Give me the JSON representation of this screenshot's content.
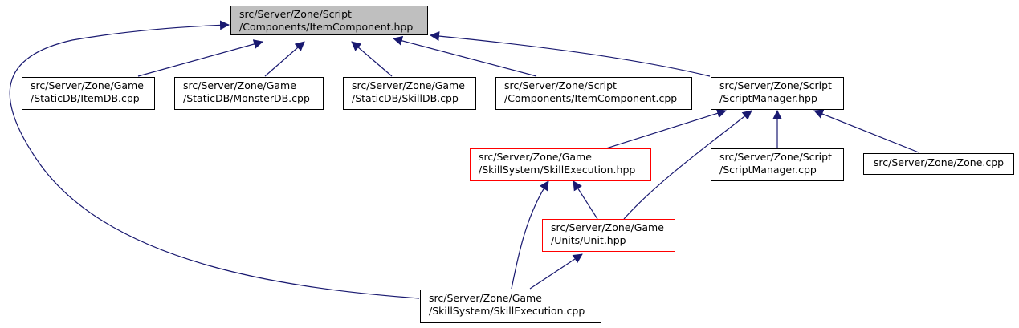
{
  "colors": {
    "edge": "#191970",
    "root_fill": "#bfbfbf",
    "node_border": "#000000",
    "truncated_border": "#ff0000"
  },
  "nodes": {
    "root": {
      "line1": "src/Server/Zone/Script",
      "line2": "/Components/ItemComponent.hpp"
    },
    "itemdb": {
      "line1": "src/Server/Zone/Game",
      "line2": "/StaticDB/ItemDB.cpp"
    },
    "monsterdb": {
      "line1": "src/Server/Zone/Game",
      "line2": "/StaticDB/MonsterDB.cpp"
    },
    "skilldb": {
      "line1": "src/Server/Zone/Game",
      "line2": "/StaticDB/SkillDB.cpp"
    },
    "itemcomponent_cpp": {
      "line1": "src/Server/Zone/Script",
      "line2": "/Components/ItemComponent.cpp"
    },
    "scriptmanager_hpp": {
      "line1": "src/Server/Zone/Script",
      "line2": "/ScriptManager.hpp"
    },
    "skillexecution_hpp": {
      "line1": "src/Server/Zone/Game",
      "line2": "/SkillSystem/SkillExecution.hpp"
    },
    "scriptmanager_cpp": {
      "line1": "src/Server/Zone/Script",
      "line2": "/ScriptManager.cpp"
    },
    "zone_cpp": {
      "line1": "src/Server/Zone/Zone.cpp"
    },
    "unit_hpp": {
      "line1": "src/Server/Zone/Game",
      "line2": "/Units/Unit.hpp"
    },
    "skillexecution_cpp": {
      "line1": "src/Server/Zone/Game",
      "line2": "/SkillSystem/SkillExecution.cpp"
    }
  }
}
